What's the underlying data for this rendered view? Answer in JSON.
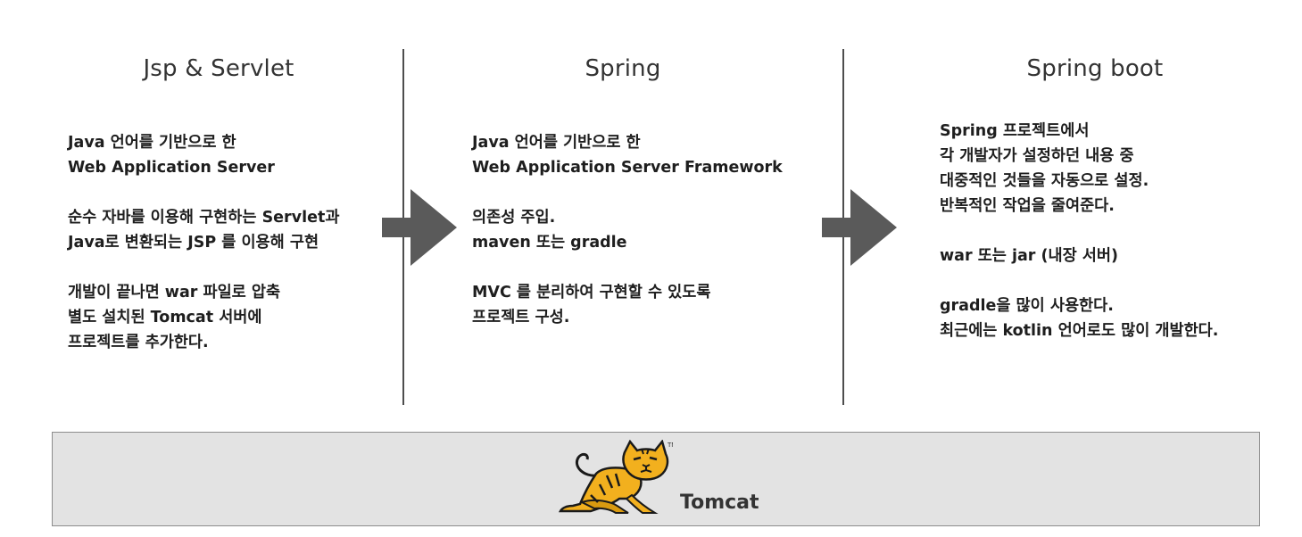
{
  "columns": [
    {
      "title": "Jsp & Servlet",
      "paragraphs": [
        [
          "Java 언어를 기반으로 한",
          "Web Application Server"
        ],
        [
          "순수 자바를 이용해 구현하는 Servlet과",
          "Java로 변환되는 JSP 를 이용해 구현"
        ],
        [
          "개발이 끝나면 war 파일로 압축",
          "별도 설치된 Tomcat 서버에",
          "프로젝트를 추가한다."
        ]
      ]
    },
    {
      "title": "Spring",
      "paragraphs": [
        [
          "Java 언어를 기반으로 한",
          "Web Application Server Framework"
        ],
        [
          "의존성 주입.",
          "maven 또는 gradle"
        ],
        [
          "MVC 를 분리하여 구현할 수 있도록",
          "프로젝트 구성."
        ]
      ]
    },
    {
      "title": "Spring boot",
      "paragraphs": [
        [
          "Spring 프로젝트에서",
          "각 개발자가 설정하던 내용 중",
          "대중적인 것들을 자동으로 설정.",
          "반복적인 작업을 줄여준다."
        ],
        [
          "war 또는 jar (내장 서버)"
        ],
        [
          "gradle을 많이 사용한다.",
          "최근에는 kotlin 언어로도 많이 개발한다."
        ]
      ]
    }
  ],
  "footer": {
    "label": "Tomcat",
    "logo_icon": "tomcat-logo-icon",
    "logo_trademark": "TM"
  },
  "colors": {
    "arrow": "#5a5a5a",
    "divider": "#4d4d4d",
    "footer_bg": "#e3e3e3",
    "footer_border": "#8c8c8c",
    "logo_yellow": "#f2b01e",
    "logo_outline": "#1a1a1a"
  },
  "icons": [
    "right-arrow-icon",
    "tomcat-logo-icon"
  ]
}
